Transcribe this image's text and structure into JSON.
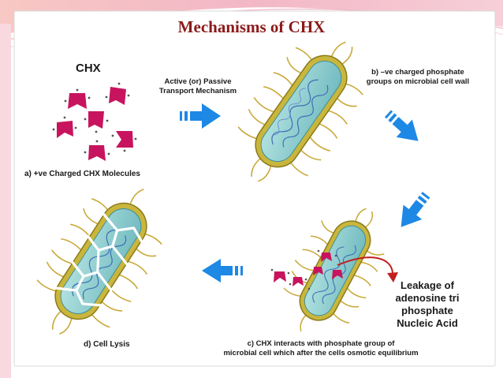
{
  "title": "Mechanisms of CHX",
  "colors": {
    "title": "#8b1a1a",
    "arrow": "#1e88e5",
    "molecule": "#c8145e",
    "leakage_arrow": "#c0201e",
    "cell_wall": "#c9b63c",
    "cell_body": "#8fcfcf"
  },
  "labels": {
    "chx": "CHX",
    "step_a": "a) +ve Charged CHX Molecules",
    "transport_line1": "Active (or) Passive",
    "transport_line2": "Transport Mechanism",
    "step_b_line1": "b) –ve charged phosphate",
    "step_b_line2": "groups on microbial cell wall",
    "leakage_line1": "Leakage of",
    "leakage_line2": "adenosine tri",
    "leakage_line3": "phosphate",
    "leakage_line4": "Nucleic Acid",
    "step_c_line1": "c) CHX interacts with phosphate group of",
    "step_c_line2": "microbial cell which after the cells osmotic equilibrium",
    "step_d": "d) Cell Lysis"
  }
}
